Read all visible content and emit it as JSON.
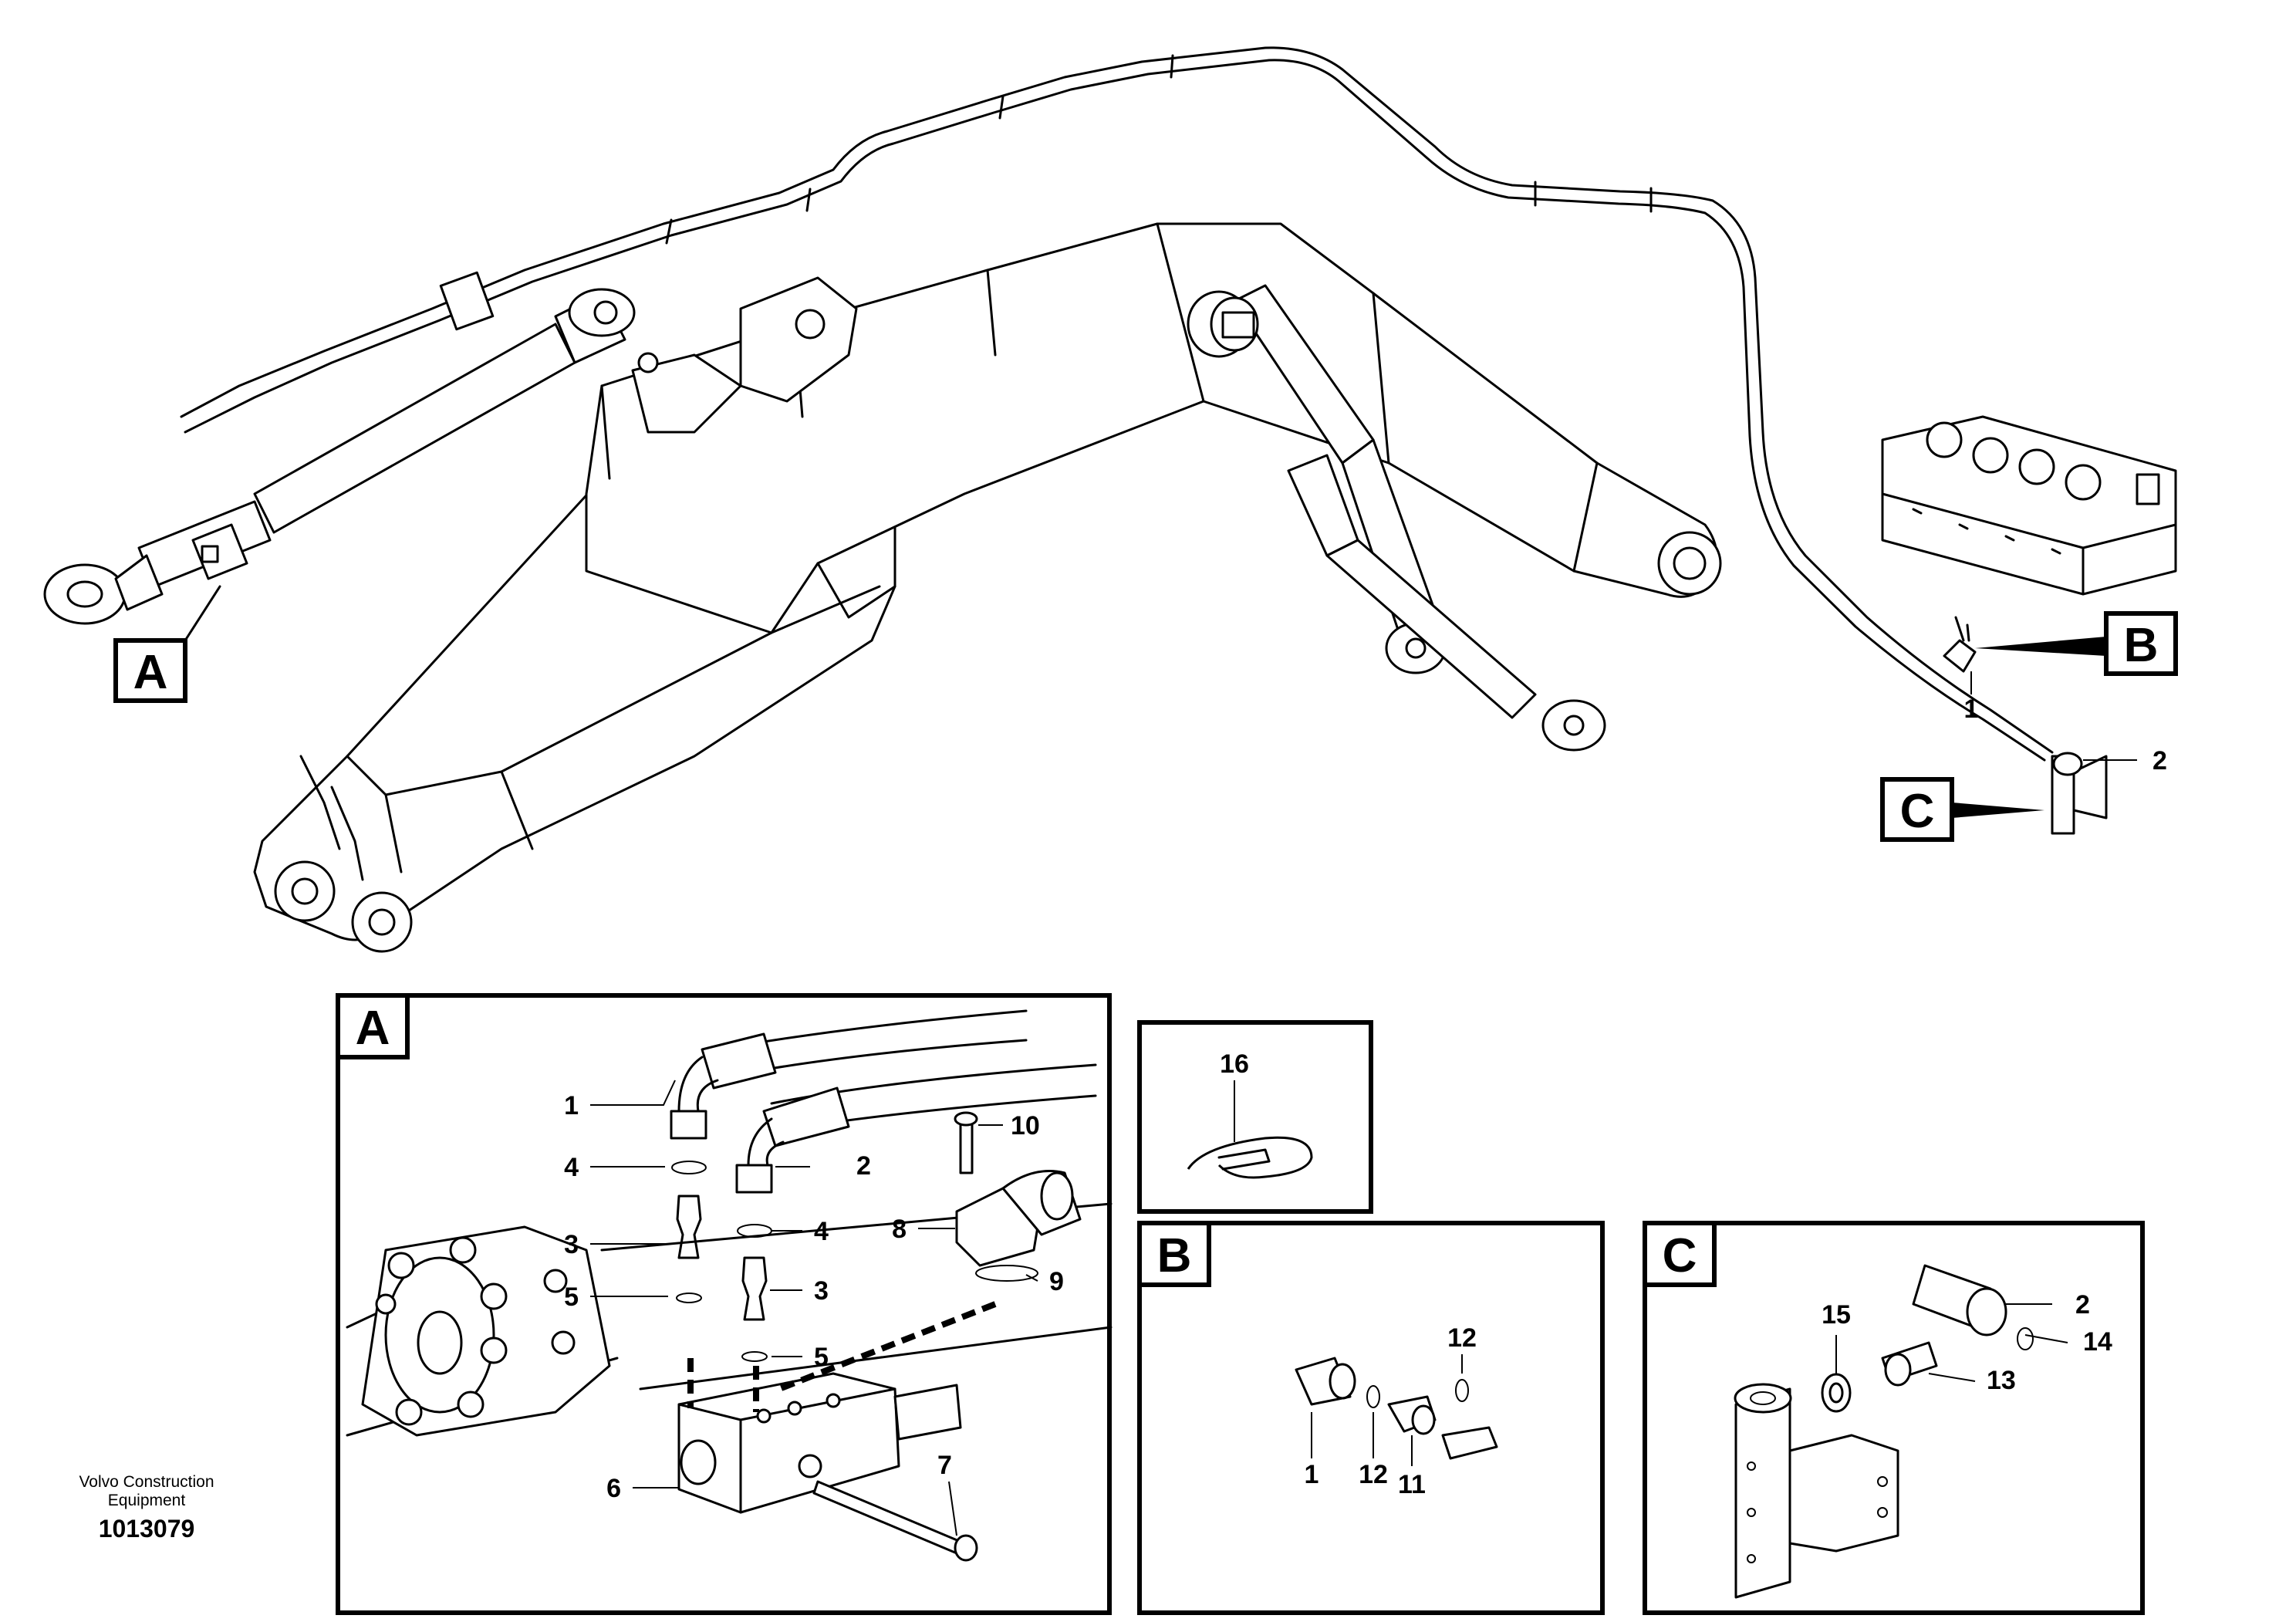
{
  "diagram": {
    "callouts_main": {
      "A": "A",
      "B": "B",
      "C": "C",
      "part_1": "1",
      "part_2": "2"
    },
    "detail_A": {
      "title": "A",
      "parts": [
        "1",
        "2",
        "3",
        "3",
        "4",
        "4",
        "5",
        "5",
        "6",
        "7",
        "8",
        "9",
        "10"
      ]
    },
    "detail_16": {
      "parts": [
        "16"
      ]
    },
    "detail_B": {
      "title": "B",
      "parts": [
        "12",
        "1",
        "12",
        "11"
      ]
    },
    "detail_C": {
      "title": "C",
      "parts": [
        "2",
        "14",
        "13",
        "15"
      ]
    },
    "footer": {
      "company_line1": "Volvo Construction",
      "company_line2": "Equipment",
      "drawing_number": "1013079"
    }
  }
}
